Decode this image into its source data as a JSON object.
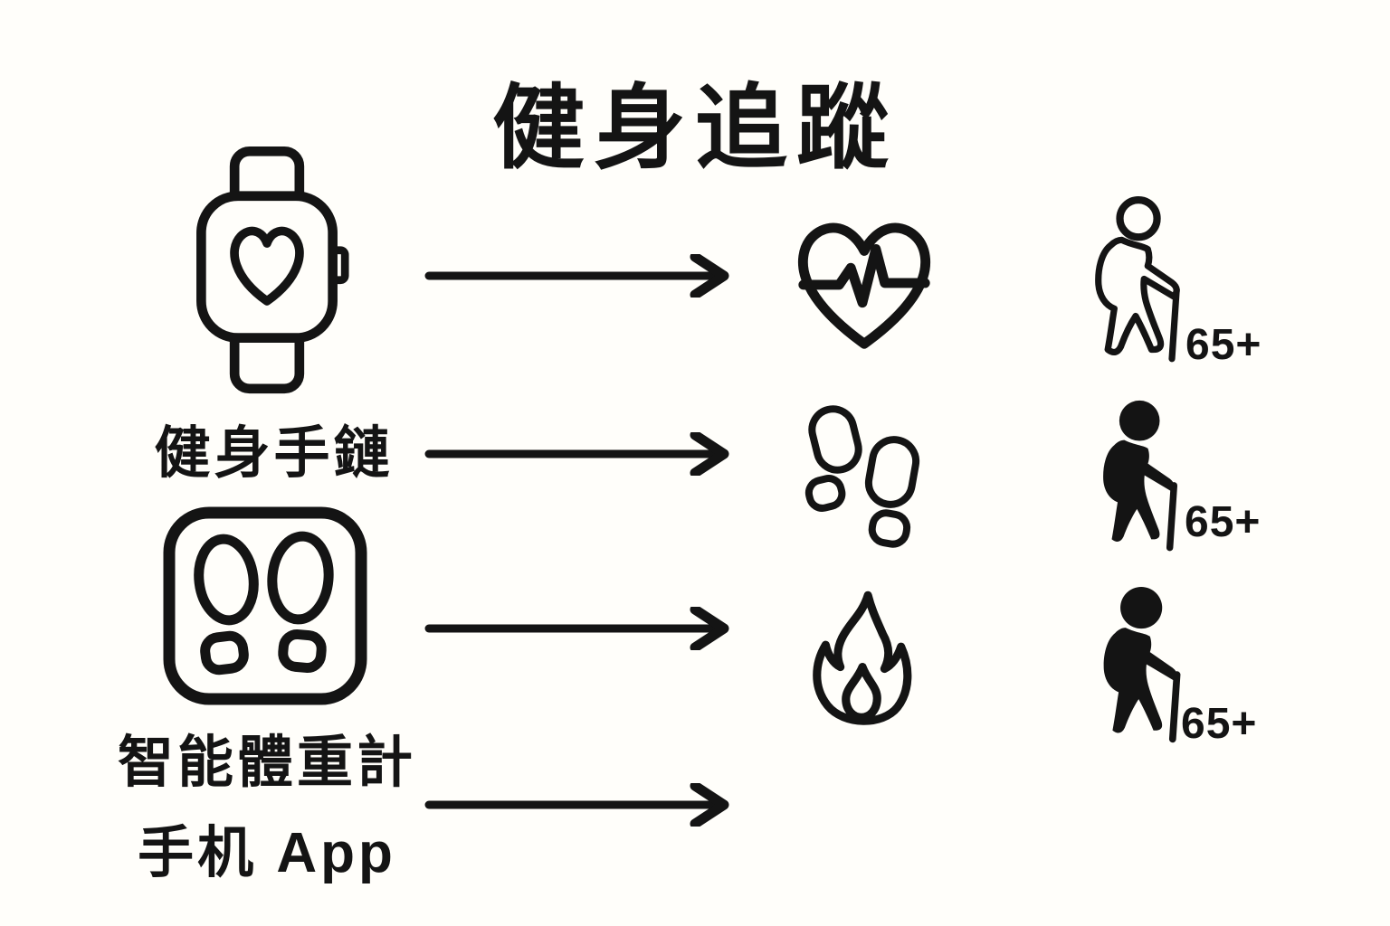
{
  "background": "#fffefa",
  "ink": "#141414",
  "title": "健身追蹤",
  "devices": [
    {
      "icon": "smartwatch-heart-icon",
      "label": "健身手鏈"
    },
    {
      "icon": "smart-scale-icon",
      "label": "智能體重計",
      "sublabel": "手机 App"
    }
  ],
  "metrics": [
    {
      "icon": "heart-rate-icon"
    },
    {
      "icon": "footsteps-icon"
    },
    {
      "icon": "calories-flame-icon"
    }
  ],
  "age_groups": [
    {
      "icon": "elderly-walking-outline-icon",
      "label": "65+"
    },
    {
      "icon": "elderly-walking-filled-icon",
      "label": "65+"
    },
    {
      "icon": "elderly-walking-filled-icon",
      "label": "65+"
    }
  ],
  "arrow_count": 4
}
